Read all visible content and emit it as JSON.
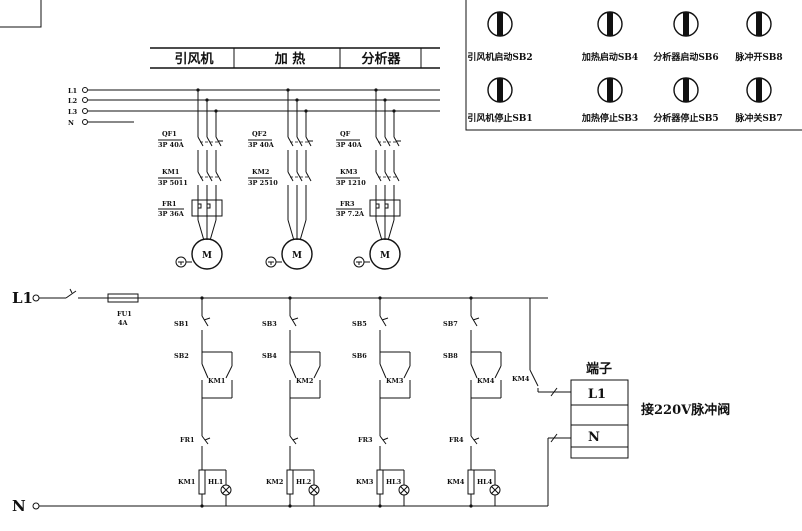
{
  "header": {
    "col1": "引风机",
    "col2": "加 热",
    "col3": "分析器"
  },
  "buses": {
    "l1": "L1",
    "l2": "L2",
    "l3": "L3",
    "n": "N"
  },
  "power": [
    {
      "qf": "QF1",
      "qf_spec": "3P 40A",
      "km": "KM1",
      "km_spec": "3P 5011",
      "fr": "FR1",
      "fr_spec": "3P 36A",
      "motor": "M"
    },
    {
      "qf": "QF2",
      "qf_spec": "3P 40A",
      "km": "KM2",
      "km_spec": "3P 2510",
      "fr": "",
      "fr_spec": "",
      "motor": "M"
    },
    {
      "qf": "QF",
      "qf_spec": "3P 40A",
      "km": "KM3",
      "km_spec": "3P 1210",
      "fr": "FR3",
      "fr_spec": "3P 7.2A",
      "motor": "M"
    }
  ],
  "panel": {
    "buttons": [
      {
        "label": "引风机启动SB2"
      },
      {
        "label": "加热启动SB4"
      },
      {
        "label": "分析器启动SB6"
      },
      {
        "label": "脉冲开SB8"
      },
      {
        "label": "引风机停止SB1"
      },
      {
        "label": "加热停止SB3"
      },
      {
        "label": "分析器停止SB5"
      },
      {
        "label": "脉冲关SB7"
      }
    ]
  },
  "control": {
    "l1": "L1",
    "n": "N",
    "fuse": "FU1",
    "fuse_spec": "4A",
    "branches": [
      {
        "stop": "SB1",
        "start": "SB2",
        "aux": "KM1",
        "fr": "FR1",
        "coil": "KM1",
        "lamp": "HL1"
      },
      {
        "stop": "SB3",
        "start": "SB4",
        "aux": "KM2",
        "fr": "",
        "coil": "KM2",
        "lamp": "HL2"
      },
      {
        "stop": "SB5",
        "start": "SB6",
        "aux": "KM3",
        "fr": "FR3",
        "coil": "KM3",
        "lamp": "HL3"
      },
      {
        "stop": "SB7",
        "start": "SB8",
        "aux": "KM4",
        "fr": "FR4",
        "coil": "KM4",
        "lamp": "HL4"
      }
    ],
    "km4_contact": "KM4"
  },
  "terminal": {
    "title": "端子",
    "t1": "L1",
    "t2": "N",
    "note": "接220V脉冲阀"
  }
}
